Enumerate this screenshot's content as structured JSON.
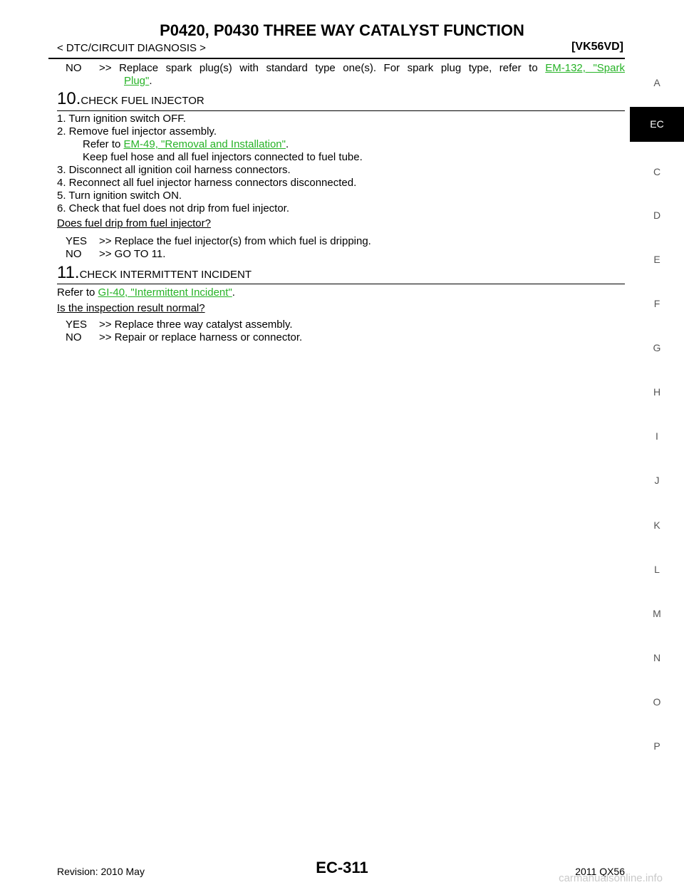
{
  "header": {
    "title": "P0420, P0430 THREE WAY CATALYST FUNCTION",
    "breadcrumb": "< DTC/CIRCUIT DIAGNOSIS >",
    "engine": "[VK56VD]"
  },
  "intro": {
    "no_label": "NO",
    "no_text": ">> Replace spark plug(s) with standard type one(s). For spark plug type, refer to",
    "link_part1": "EM-132, \"Spark",
    "link_part2": "Plug\"",
    "end": "."
  },
  "step10": {
    "number": "10.",
    "title": "CHECK FUEL INJECTOR",
    "items": [
      "1. Turn ignition switch OFF.",
      "2. Remove fuel injector assembly.",
      "3. Disconnect all ignition coil harness connectors.",
      "4. Reconnect all fuel injector harness connectors disconnected.",
      "5. Turn ignition switch ON.",
      "6. Check that fuel does not drip from fuel injector."
    ],
    "refer_prefix": "Refer to ",
    "refer_link": "EM-49, \"Removal and Installation\"",
    "refer_end": ".",
    "keep_note": "Keep fuel hose and all fuel injectors connected to fuel tube.",
    "question": "Does fuel drip from fuel injector?",
    "yes_label": "YES",
    "yes_text": ">> Replace the fuel injector(s) from which fuel is dripping.",
    "no_label": "NO",
    "no_text": ">> GO TO 11."
  },
  "step11": {
    "number": "11.",
    "title": "CHECK INTERMITTENT INCIDENT",
    "refer_prefix": "Refer to ",
    "refer_link": "GI-40, \"Intermittent Incident\"",
    "refer_end": ".",
    "question": "Is the inspection result normal?",
    "yes_label": "YES",
    "yes_text": ">> Replace three way catalyst assembly.",
    "no_label": "NO",
    "no_text": ">> Repair or replace harness or connector."
  },
  "side_tabs": [
    "A",
    "EC",
    "C",
    "D",
    "E",
    "F",
    "G",
    "H",
    "I",
    "J",
    "K",
    "L",
    "M",
    "N",
    "O",
    "P"
  ],
  "active_tab": "EC",
  "footer": {
    "revision": "Revision: 2010 May",
    "page": "EC-311",
    "model": "2011 QX56",
    "watermark": "carmanualsonline.info"
  }
}
